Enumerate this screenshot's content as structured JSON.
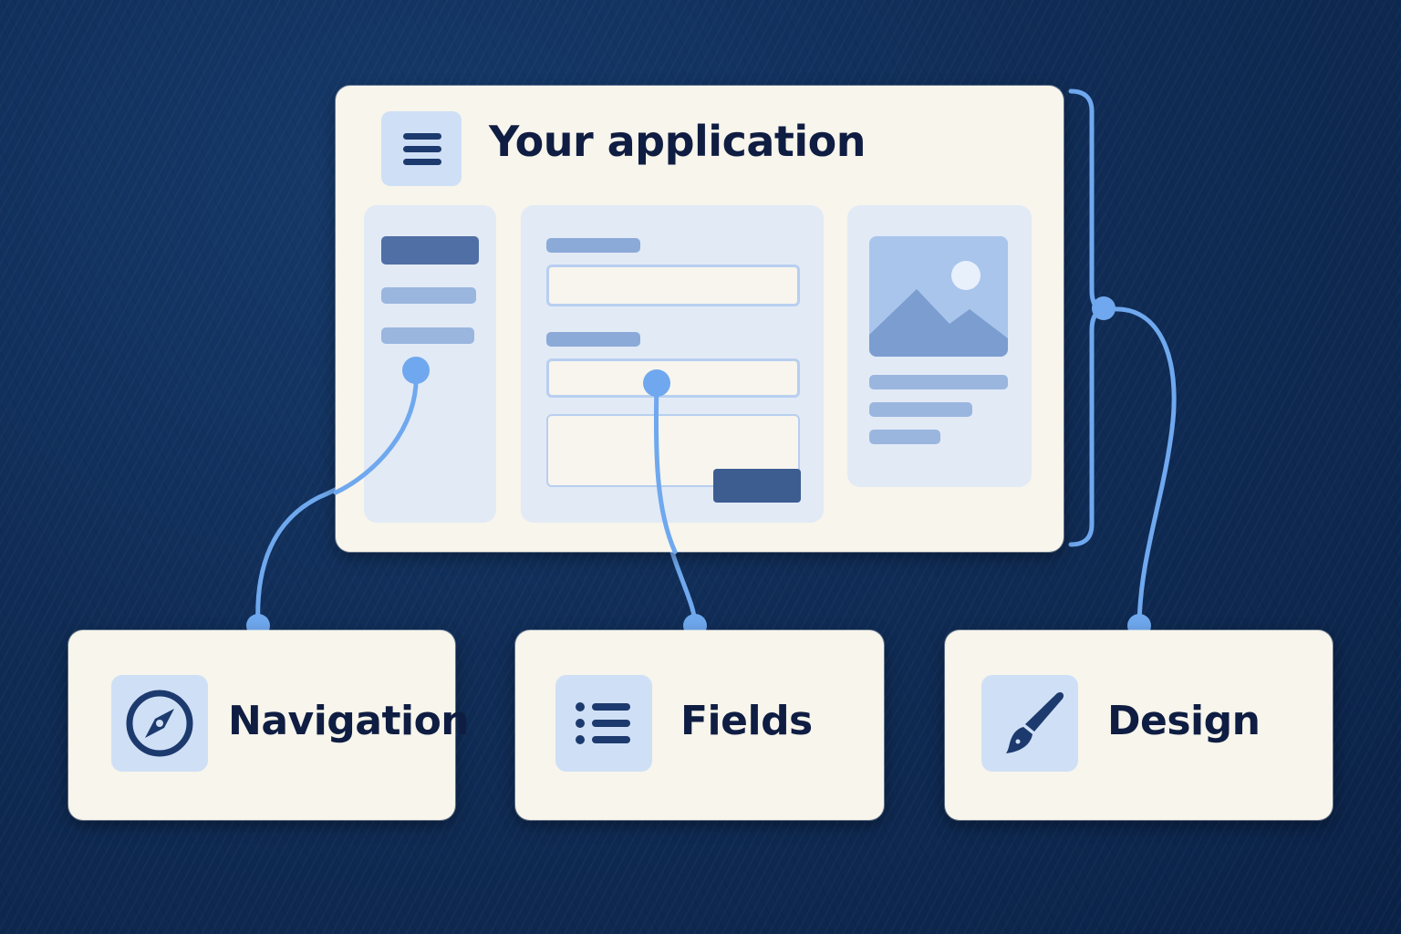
{
  "app": {
    "title": "Your application",
    "header_icon": "menu-icon"
  },
  "wireframe": {
    "nav_panel": {
      "items": 3
    },
    "form_panel": {
      "fields": 3,
      "has_submit_button": true
    },
    "media_panel": {
      "image_icon": "image-placeholder-icon",
      "text_lines": 3
    }
  },
  "features": [
    {
      "label": "Navigation",
      "icon": "compass-icon"
    },
    {
      "label": "Fields",
      "icon": "list-icon"
    },
    {
      "label": "Design",
      "icon": "paintbrush-icon"
    }
  ],
  "colors": {
    "background": "#102d57",
    "card": "#f7f5ec",
    "panel": "#e2eaf6",
    "icon_tile": "#cfe0f6",
    "accent": "#6fa8ee",
    "text": "#0f1d42",
    "dark_bar": "#4a6a9f"
  }
}
